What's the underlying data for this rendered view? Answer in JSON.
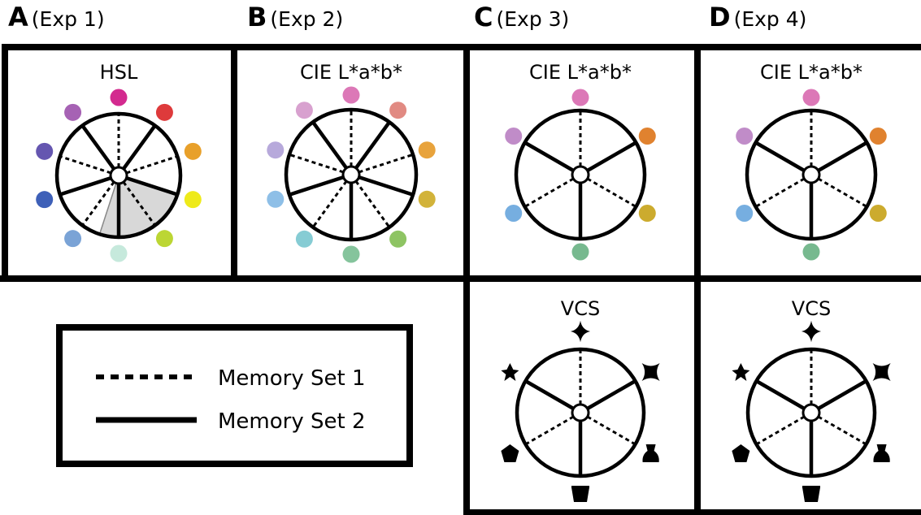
{
  "panels": [
    {
      "letter": "A",
      "exp": "(Exp 1)",
      "title": "HSL"
    },
    {
      "letter": "B",
      "exp": "(Exp 2)",
      "title": "CIE L*a*b*"
    },
    {
      "letter": "C",
      "exp": "(Exp 3)",
      "title": "CIE L*a*b*",
      "lower_title": "VCS"
    },
    {
      "letter": "D",
      "exp": "(Exp 4)",
      "title": "CIE L*a*b*",
      "lower_title": "VCS"
    }
  ],
  "legend": {
    "set1": "Memory Set 1",
    "set2": "Memory Set 2"
  },
  "colors": {
    "hsl": [
      "#d32a8f",
      "#de3a3b",
      "#e8a02a",
      "#eeea1a",
      "#bcd634",
      "#c6e9dc",
      "#7aa3d6",
      "#3e60b8",
      "#6556b0",
      "#a662b4"
    ],
    "lab10": [
      "#dc78b7",
      "#e18a82",
      "#e8a33c",
      "#d2b33a",
      "#8ec463",
      "#85c49c",
      "#86ccd4",
      "#8ebfe7",
      "#b7a9db",
      "#d8a1cf"
    ],
    "lab6": [
      "#dc78b7",
      "#e0822f",
      "#ccab2e",
      "#77b98f",
      "#76aee0",
      "#c08cc8"
    ]
  }
}
